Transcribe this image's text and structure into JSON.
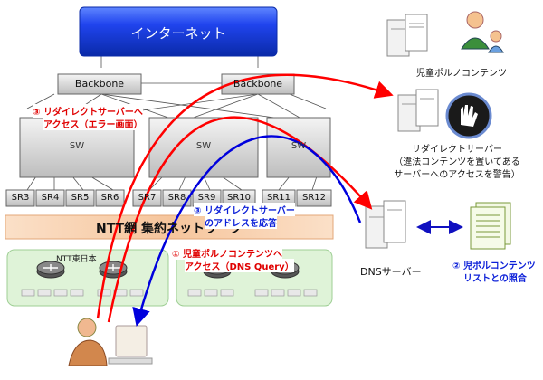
{
  "internet": {
    "label": "インターネット"
  },
  "backbones": [
    "Backbone",
    "Backbone"
  ],
  "switches": [
    "SW",
    "SW",
    "SW"
  ],
  "sr_units": [
    "SR3",
    "SR4",
    "SR5",
    "SR6",
    "SR7",
    "SR8",
    "SR9",
    "SR10",
    "SR11",
    "SR12"
  ],
  "ntt_bar": {
    "label": "NTT網 集約ネットワーク"
  },
  "region": {
    "label": "NTT東日本"
  },
  "servers": {
    "content": {
      "label": "児童ポルノコンテンツ"
    },
    "redirect": {
      "lines": [
        "リダイレクトサーバー",
        "（違法コンテンツを置いてある",
        "サーバーへのアクセスを警告）"
      ]
    },
    "dns": {
      "label": "DNSサーバー"
    }
  },
  "annotations": {
    "step1": {
      "lines": [
        "① 児童ポルノコンテンツへ",
        "アクセス（DNS Query）"
      ]
    },
    "step2": {
      "lines": [
        "② 児ポルコンテンツ",
        "リストとの照合"
      ]
    },
    "step3_blue": {
      "lines": [
        "③ リダイレクトサーバー",
        "のアドレスを応答"
      ]
    },
    "step3_red": {
      "lines": [
        "③ リダイレクトサーバーへ",
        "アクセス（エラー画面）"
      ]
    }
  },
  "colors": {
    "internet": "#1a3fe0",
    "red_arrow": "#ff0000",
    "blue_arrow": "#0000dd",
    "ntt_bar": "#f8c9a0",
    "region": "#dff3d8"
  }
}
